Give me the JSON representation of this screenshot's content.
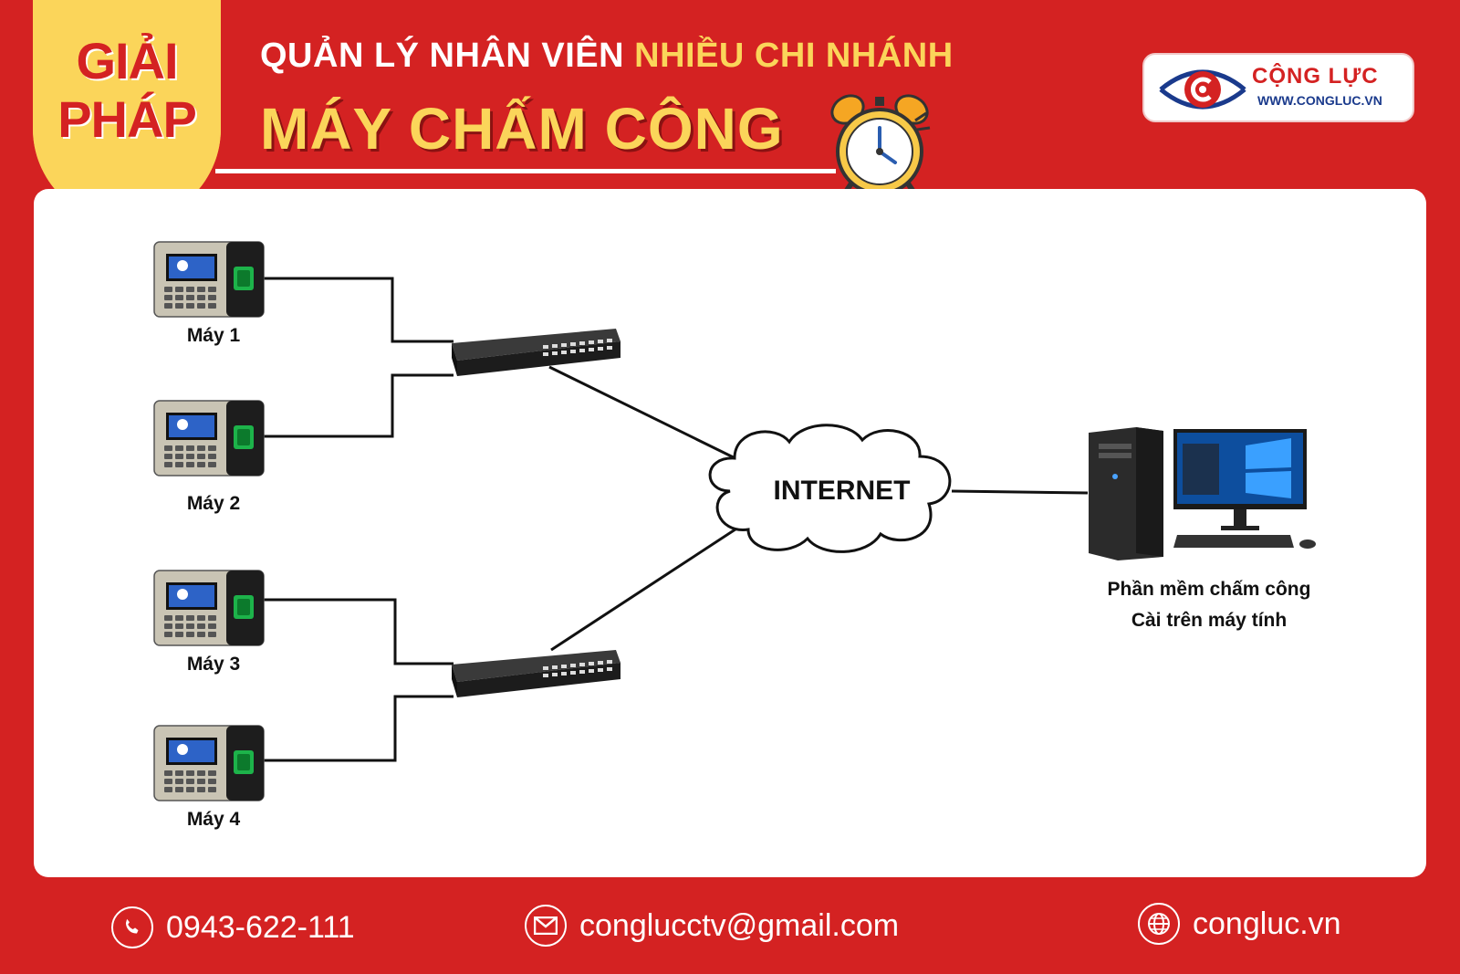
{
  "header": {
    "badge_line1": "GIẢI",
    "badge_line2": "PHÁP",
    "headline_part1": "QUẢN LÝ NHÂN VIÊN ",
    "headline_part2": "NHIỀU CHI NHÁNH",
    "title": "MÁY CHẤM CÔNG"
  },
  "logo": {
    "name": "CỘNG LỰC",
    "url": "WWW.CONGLUC.VN"
  },
  "diagram": {
    "devices": [
      {
        "label": "Máy 1"
      },
      {
        "label": "Máy 2"
      },
      {
        "label": "Máy 3"
      },
      {
        "label": "Máy 4"
      }
    ],
    "internet_label": "INTERNET",
    "computer_label_line1": "Phần mềm chấm công",
    "computer_label_line2": "Cài trên máy tính"
  },
  "footer": {
    "phone": "0943-622-111",
    "email": "conglucctv@gmail.com",
    "website": "congluc.vn"
  },
  "colors": {
    "background": "#d42222",
    "accent": "#fbd55a",
    "panel": "#ffffff"
  }
}
